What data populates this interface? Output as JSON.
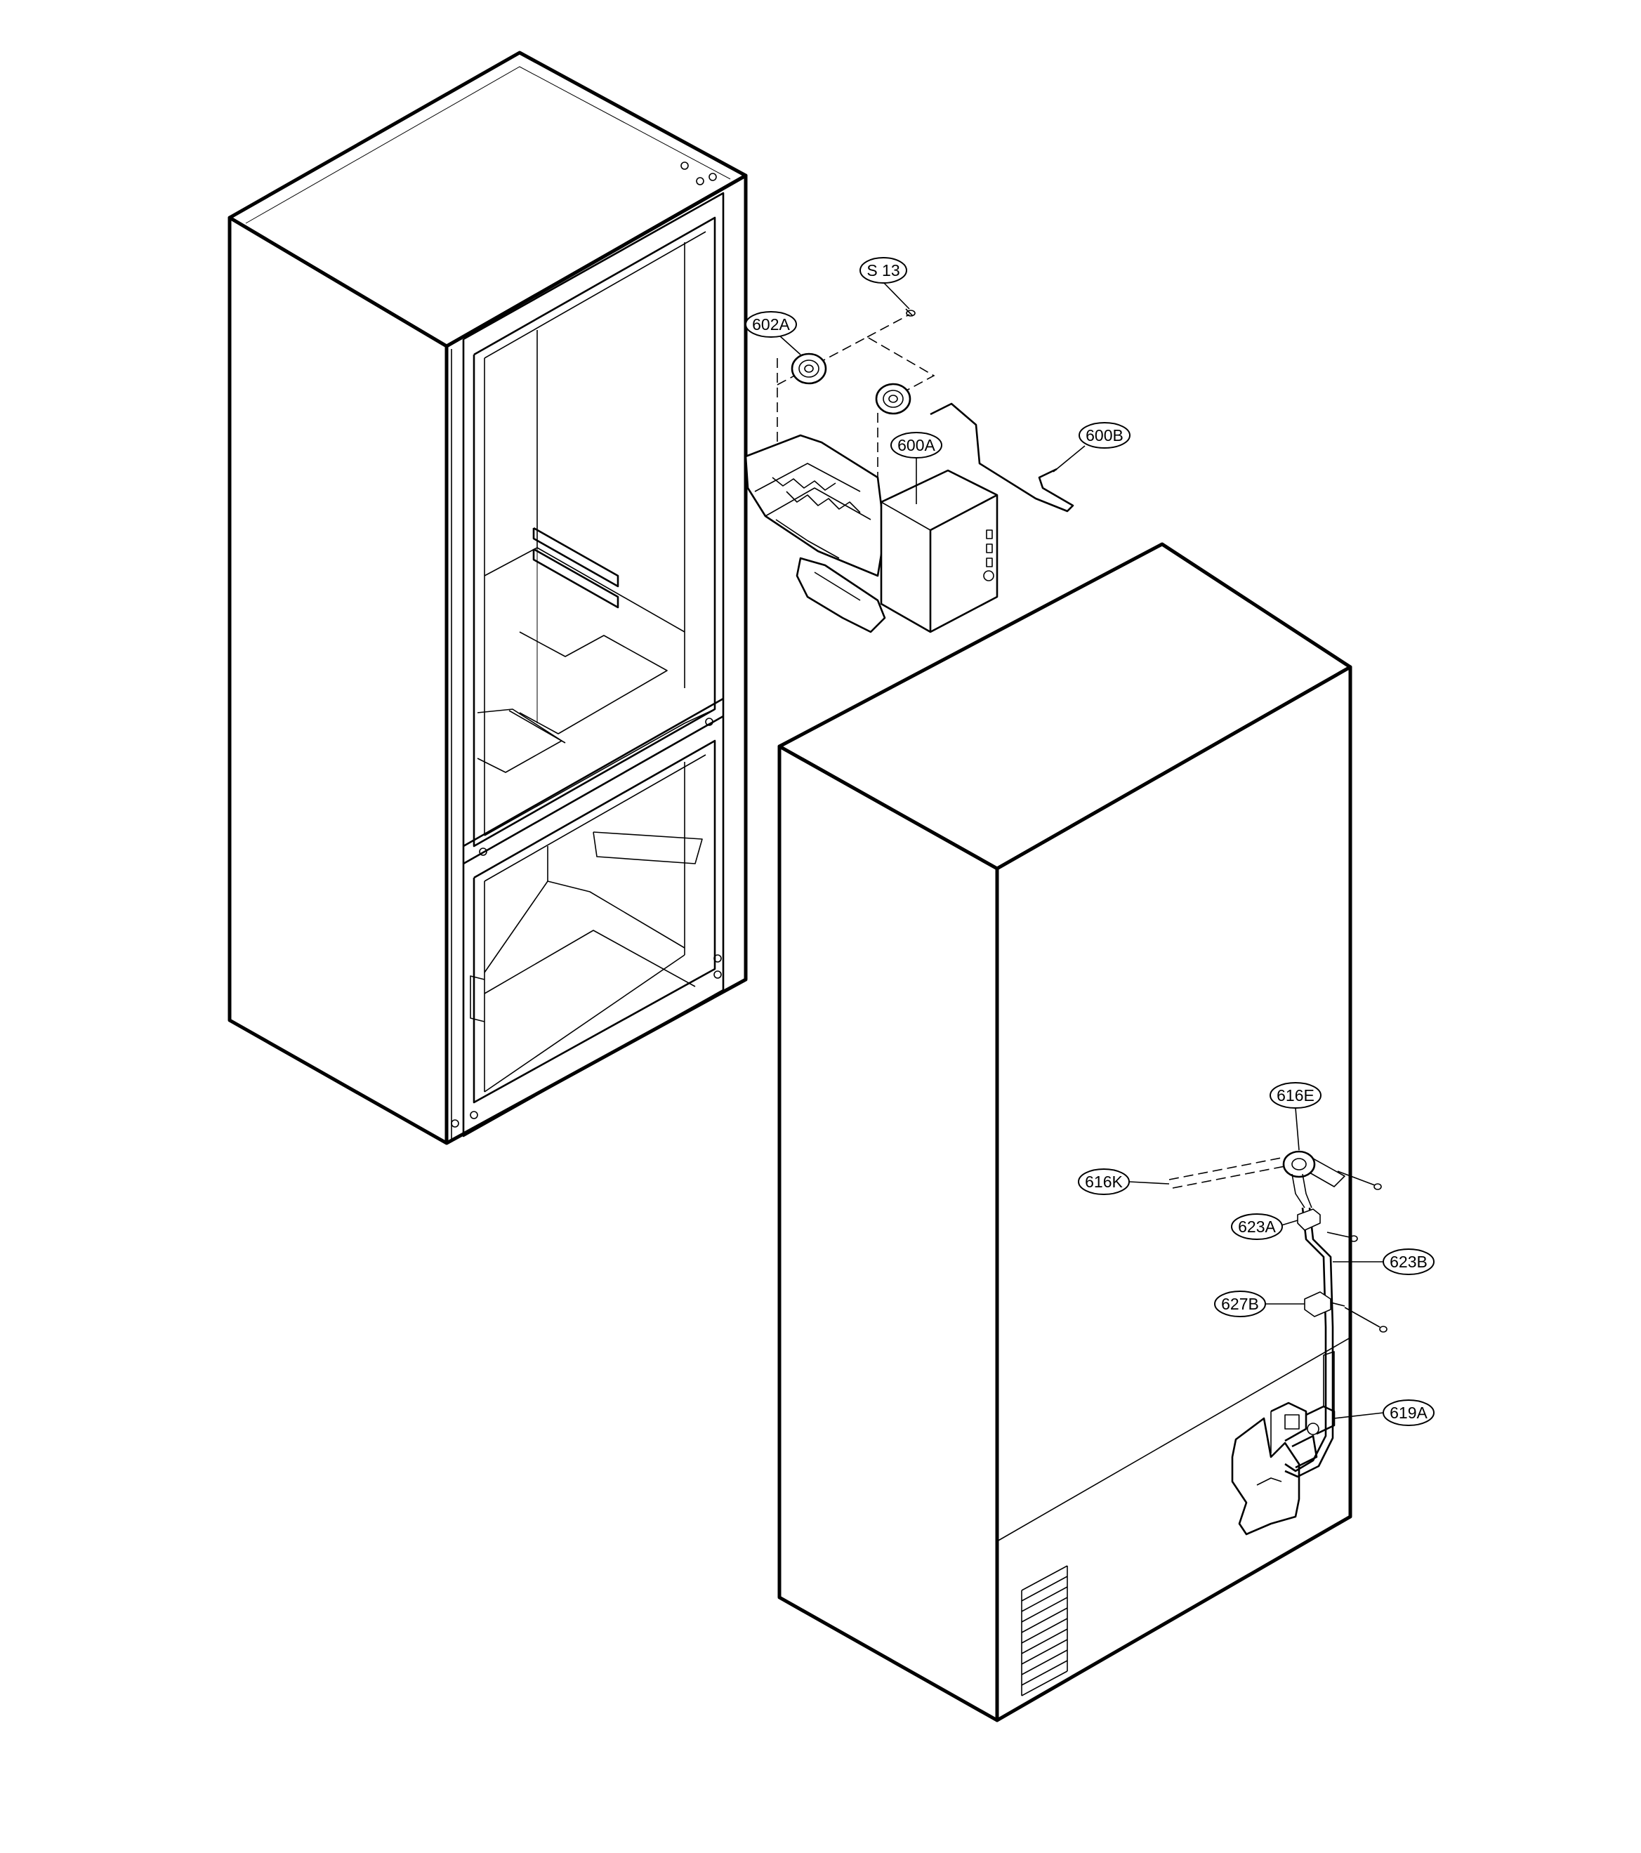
{
  "callouts": {
    "s13": "S 13",
    "p602a": "602A",
    "p600a": "600A",
    "p600b": "600B",
    "p616e": "616E",
    "p616k": "616K",
    "p623a": "623A",
    "p623b": "623B",
    "p627b": "627B",
    "p619a": "619A"
  },
  "colors": {
    "line": "#000000",
    "background": "#ffffff"
  }
}
